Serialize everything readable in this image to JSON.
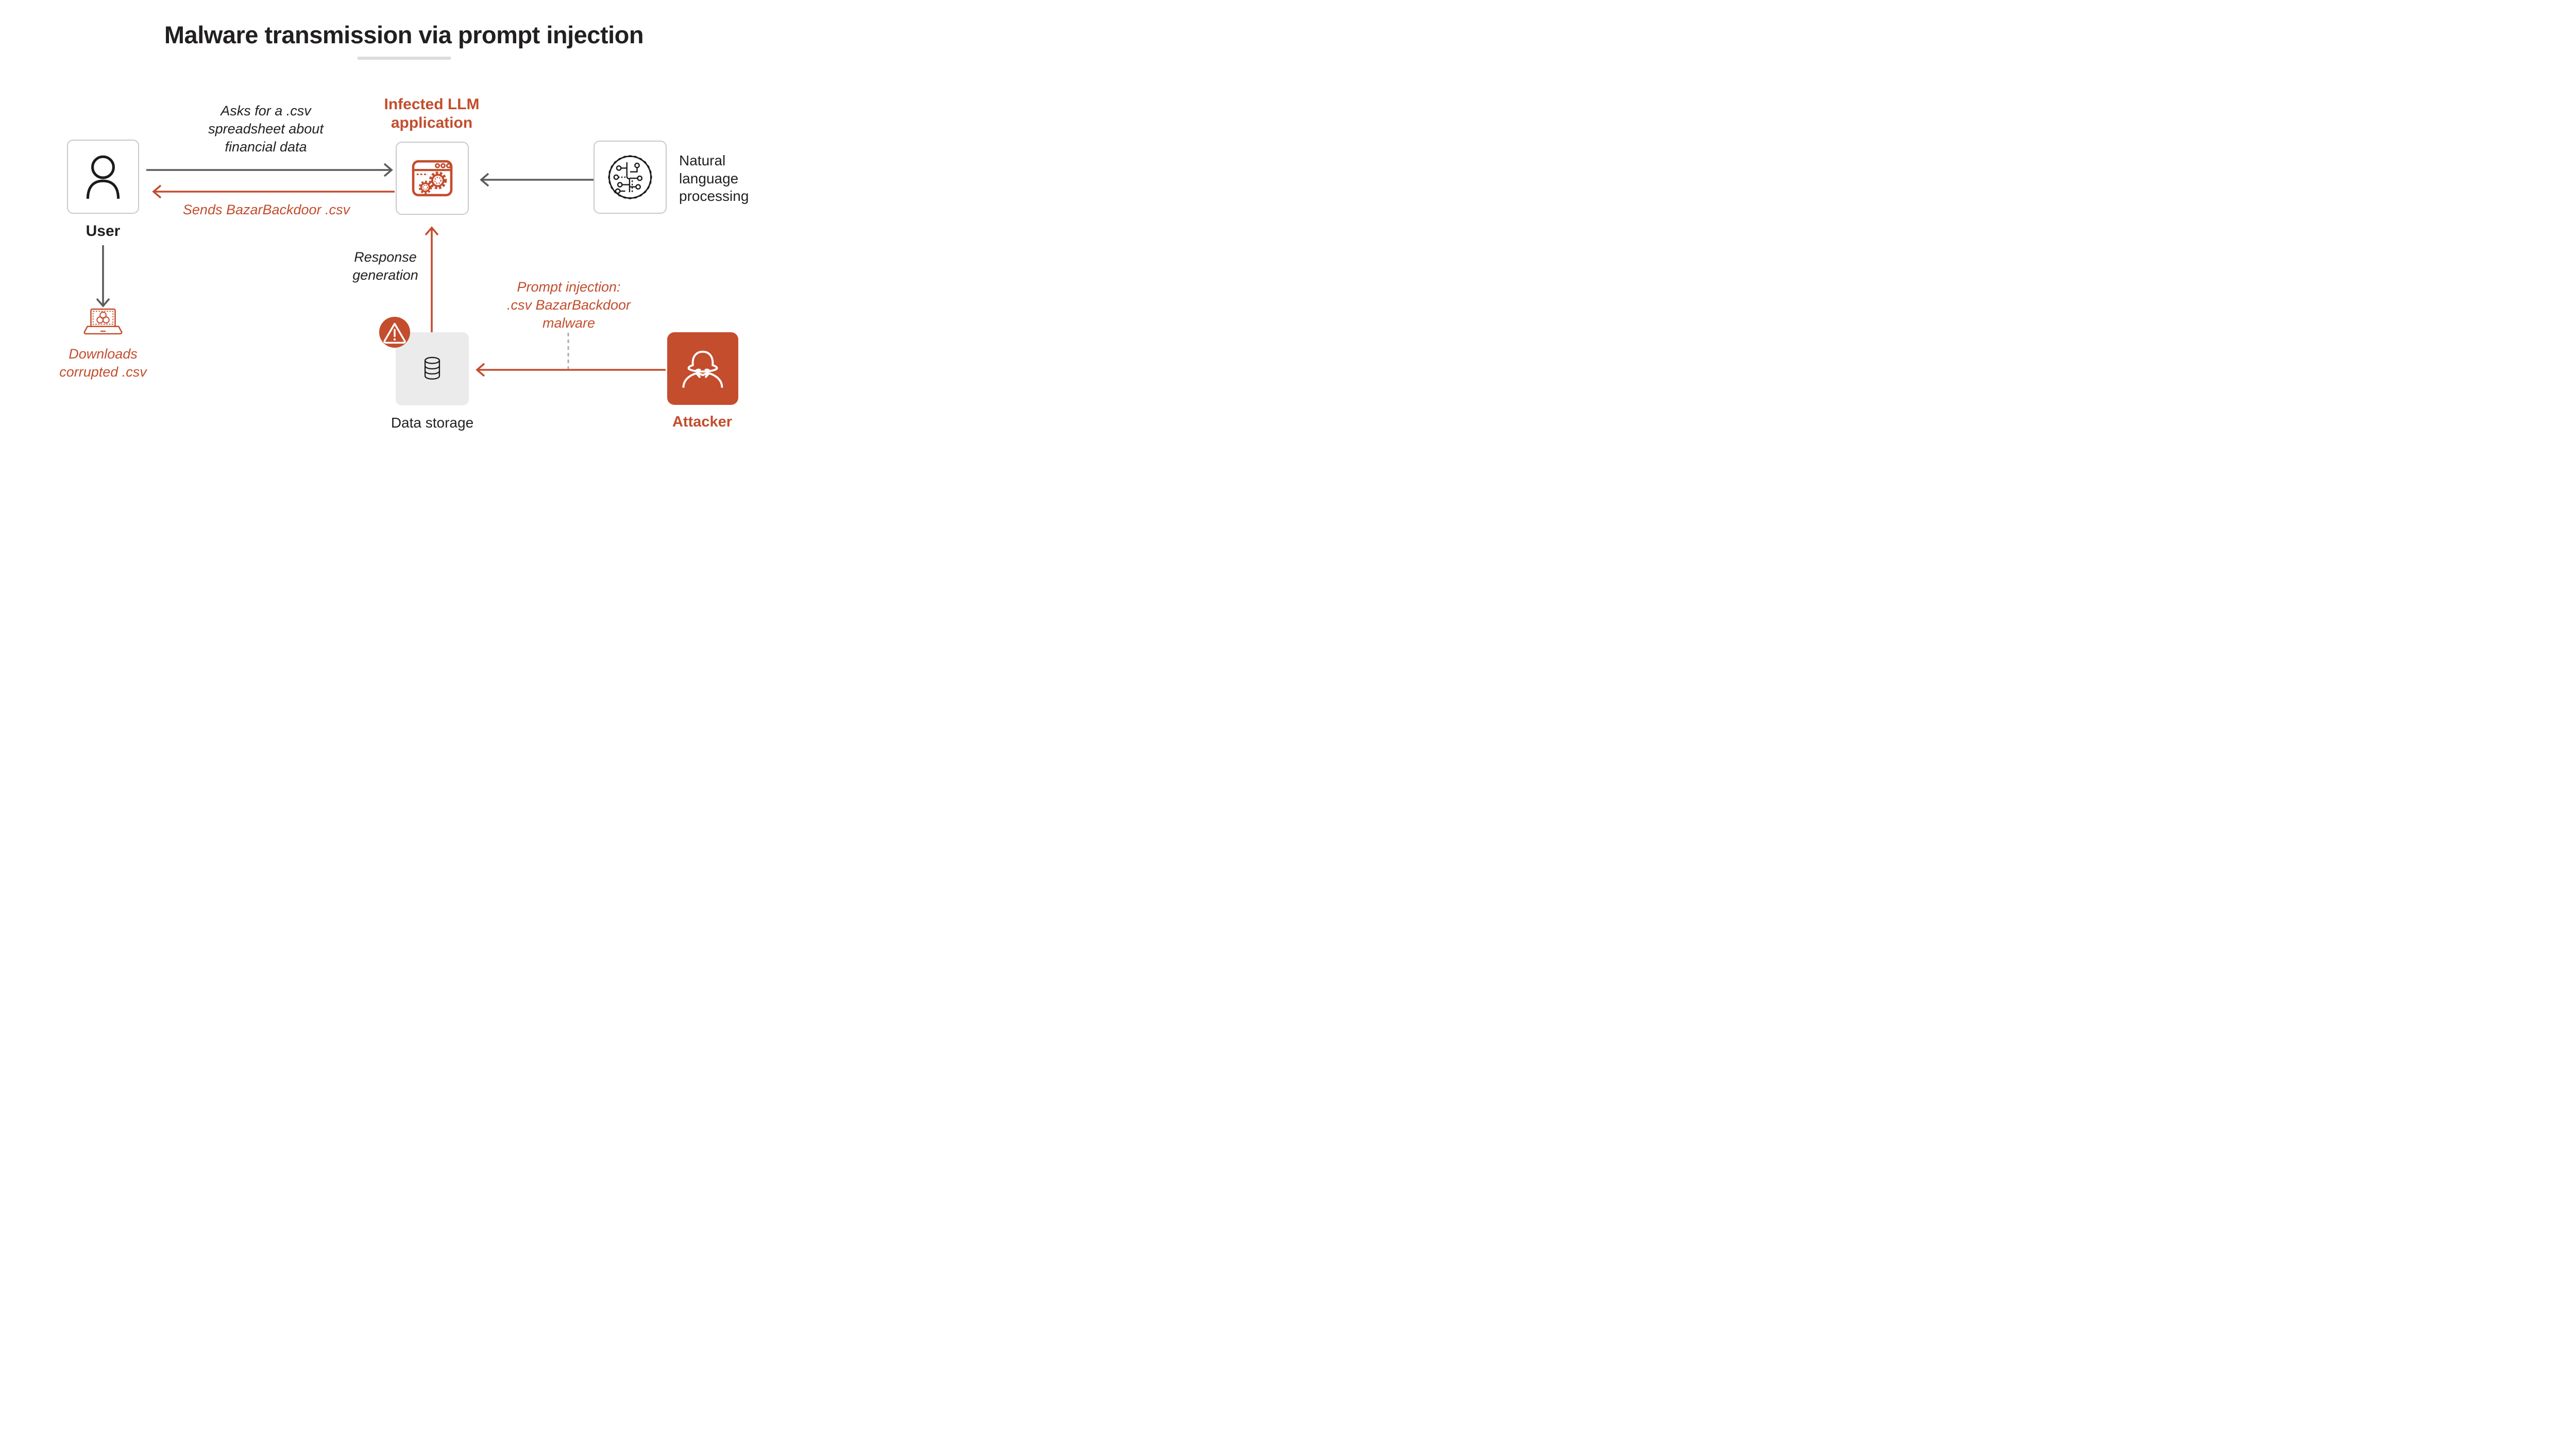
{
  "title": "Malware transmission via prompt injection",
  "colors": {
    "accent": "#C34D2D",
    "ink": "#221F20",
    "arrow_gray": "#5B5B5B",
    "box_border": "#C9C9C9",
    "storage_fill": "#EBEBEB",
    "dash_gray": "#ABABAB",
    "underline_gray": "#DCDCDC"
  },
  "nodes": {
    "user": {
      "label": "User"
    },
    "llm": {
      "heading": "Infected LLM\napplication"
    },
    "nlp": {
      "label": "Natural\nlanguage\nprocessing"
    },
    "storage": {
      "label": "Data storage"
    },
    "attacker": {
      "label": "Attacker"
    },
    "downloads": {
      "caption": "Downloads\ncorrupted .csv"
    }
  },
  "flows": {
    "request": {
      "label": "Asks for a .csv\nspreadsheet about\nfinancial data"
    },
    "response_file": {
      "label": "Sends BazarBackdoor .csv"
    },
    "response_generation": {
      "label": "Response\ngeneration"
    },
    "prompt_injection": {
      "label": "Prompt injection:\n.csv BazarBackdoor\nmalware"
    }
  },
  "icons": {
    "user": "person-icon",
    "llm": "browser-gears-icon",
    "nlp": "circuit-brain-icon",
    "storage": "database-icon",
    "warning": "warning-icon",
    "attacker": "spy-icon",
    "downloads": "laptop-biohazard-icon"
  }
}
